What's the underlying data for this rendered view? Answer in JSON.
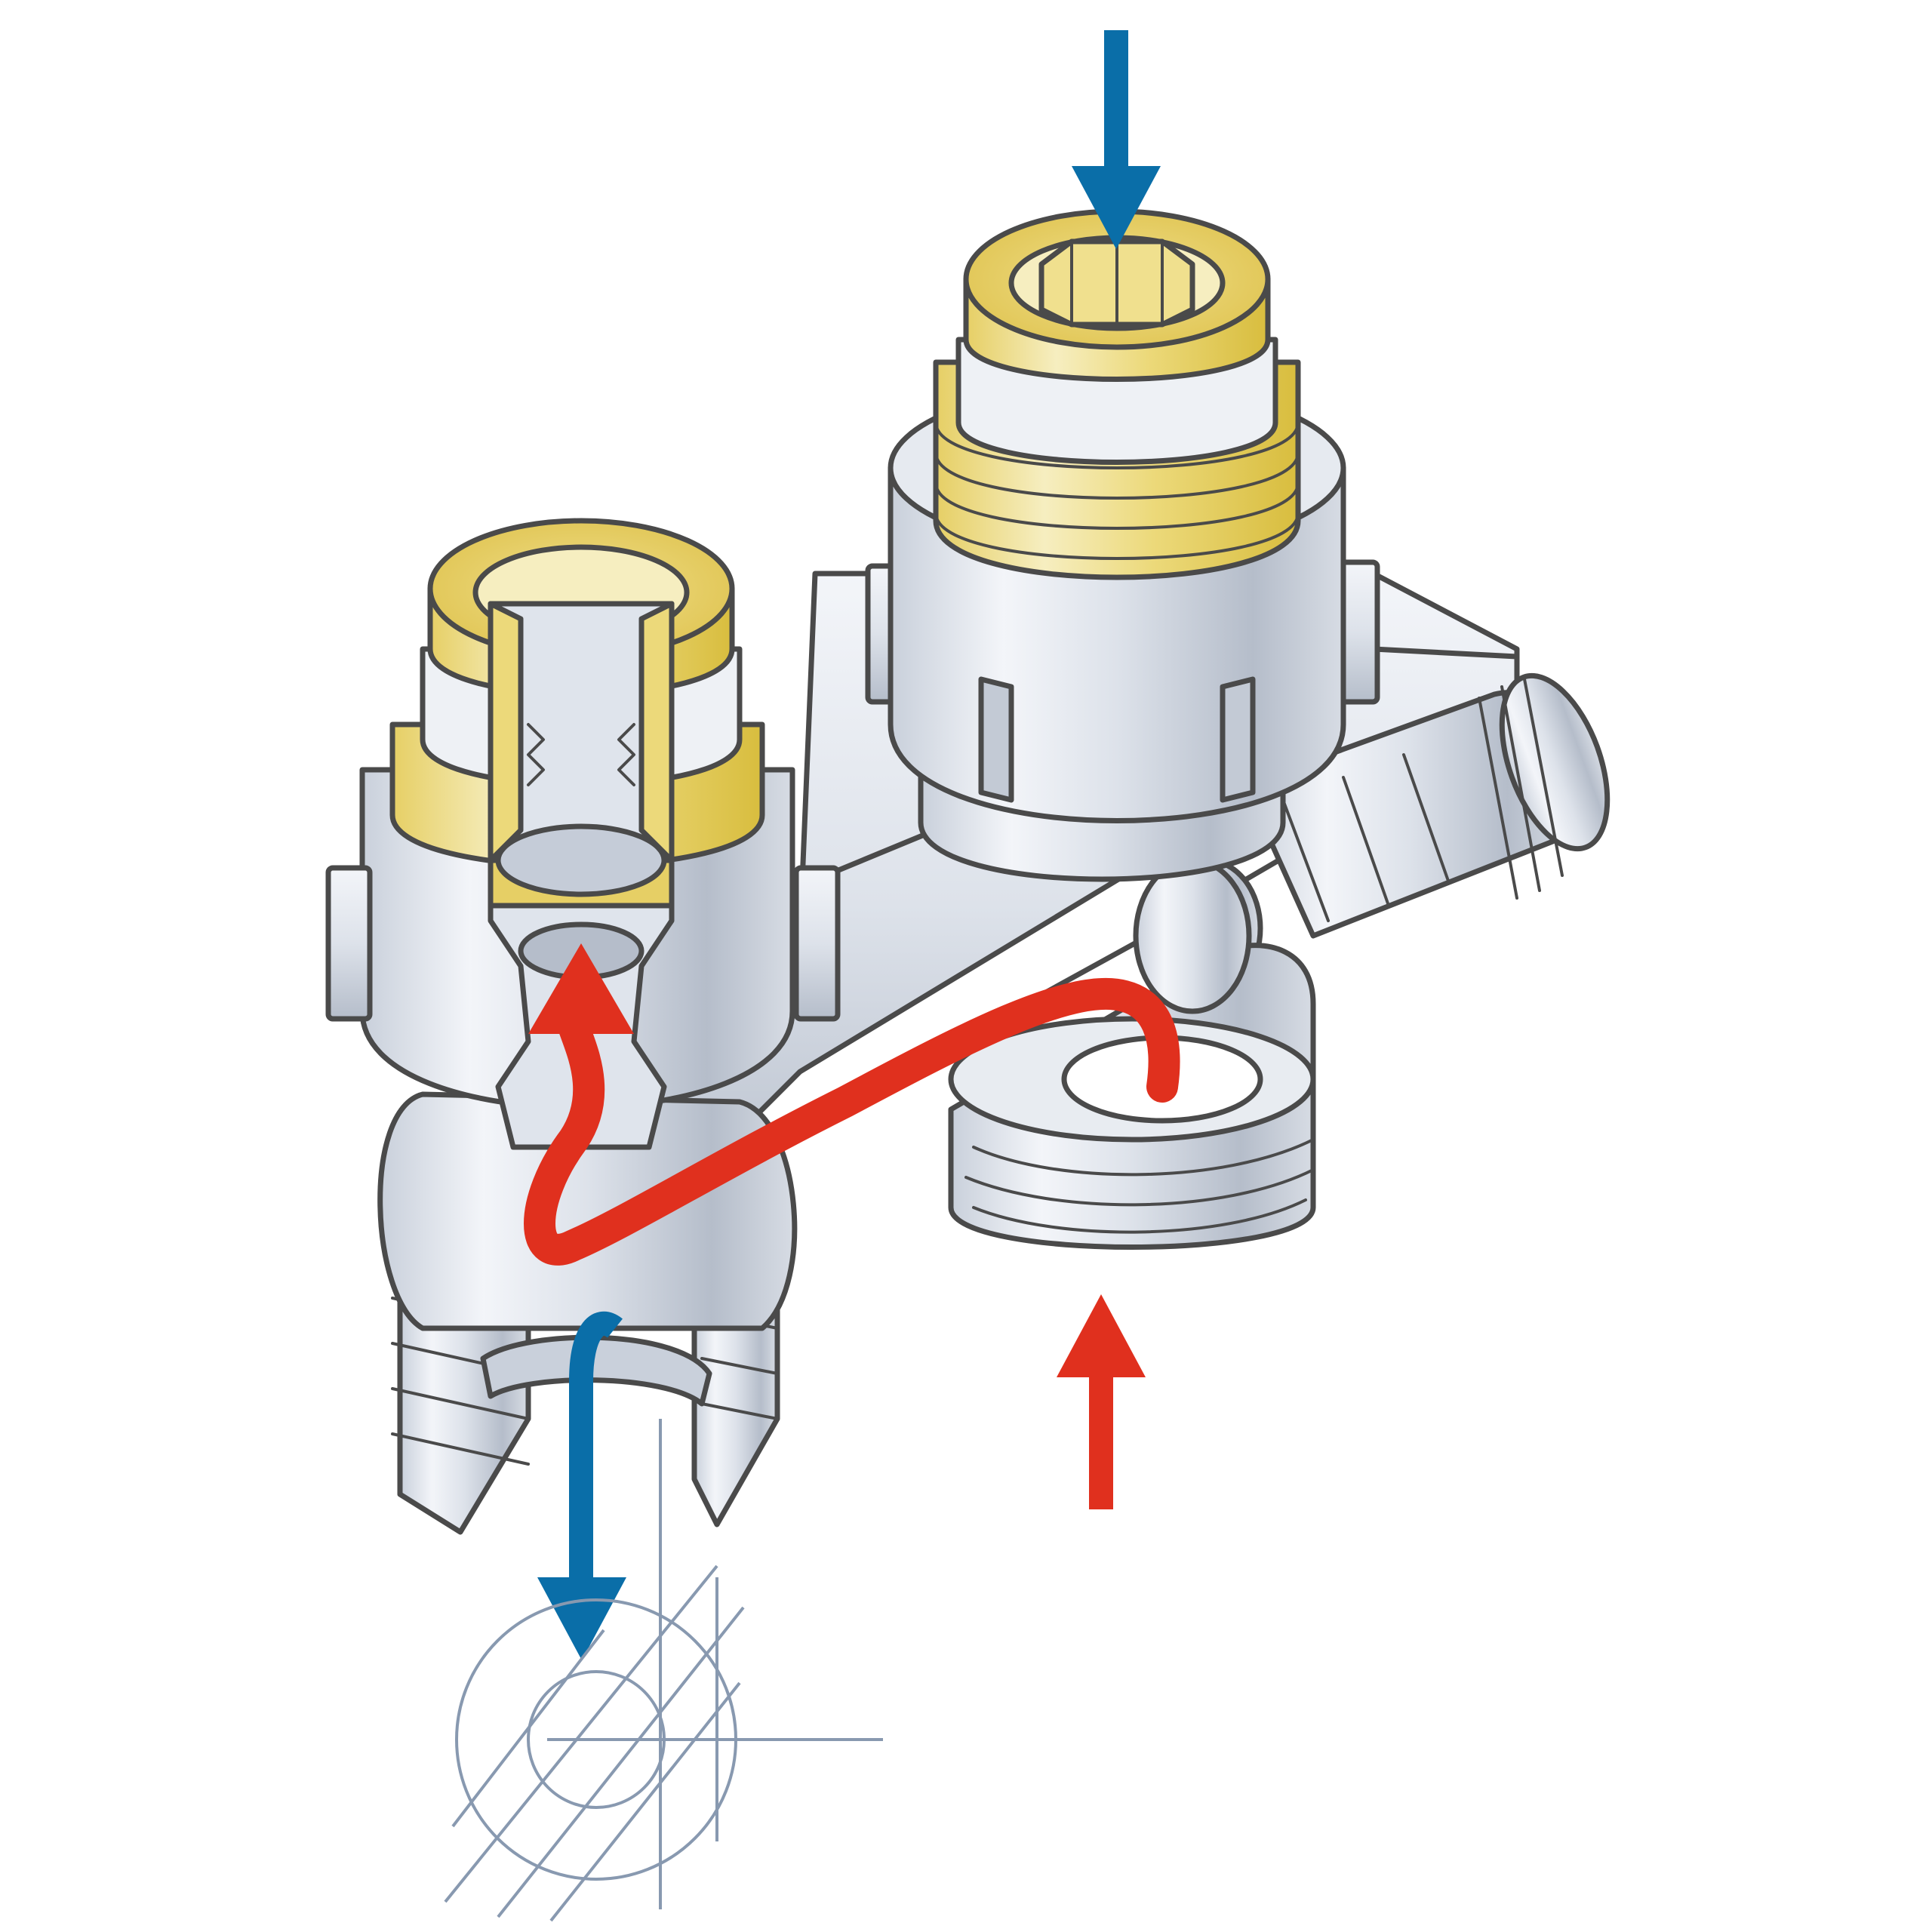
{
  "diagram": {
    "colors": {
      "outline": "#4a4a4a",
      "brass_light": "#f6eec0",
      "brass": "#ecd97a",
      "brass_dark": "#d8bd3e",
      "chrome_light": "#f3f5f9",
      "chrome": "#dde2ea",
      "chrome_dark": "#b5bdca",
      "chrome_shadow": "#9aa4b3",
      "cold_flow": "#0a6ea8",
      "hot_flow": "#e0301e",
      "technical_lines": "#8899b0"
    },
    "flows": [
      {
        "name": "supply-in-top",
        "kind": "cold",
        "direction": "down"
      },
      {
        "name": "internal-flow-path",
        "kind": "hot",
        "direction": "up"
      },
      {
        "name": "return-in-bottom",
        "kind": "hot",
        "direction": "up"
      },
      {
        "name": "outlet-bottom",
        "kind": "cold",
        "direction": "down"
      }
    ],
    "icons": [
      "upright-valve-port",
      "cutaway-valve-port",
      "crossbar-body",
      "side-threaded-port",
      "technical-symbol"
    ]
  }
}
